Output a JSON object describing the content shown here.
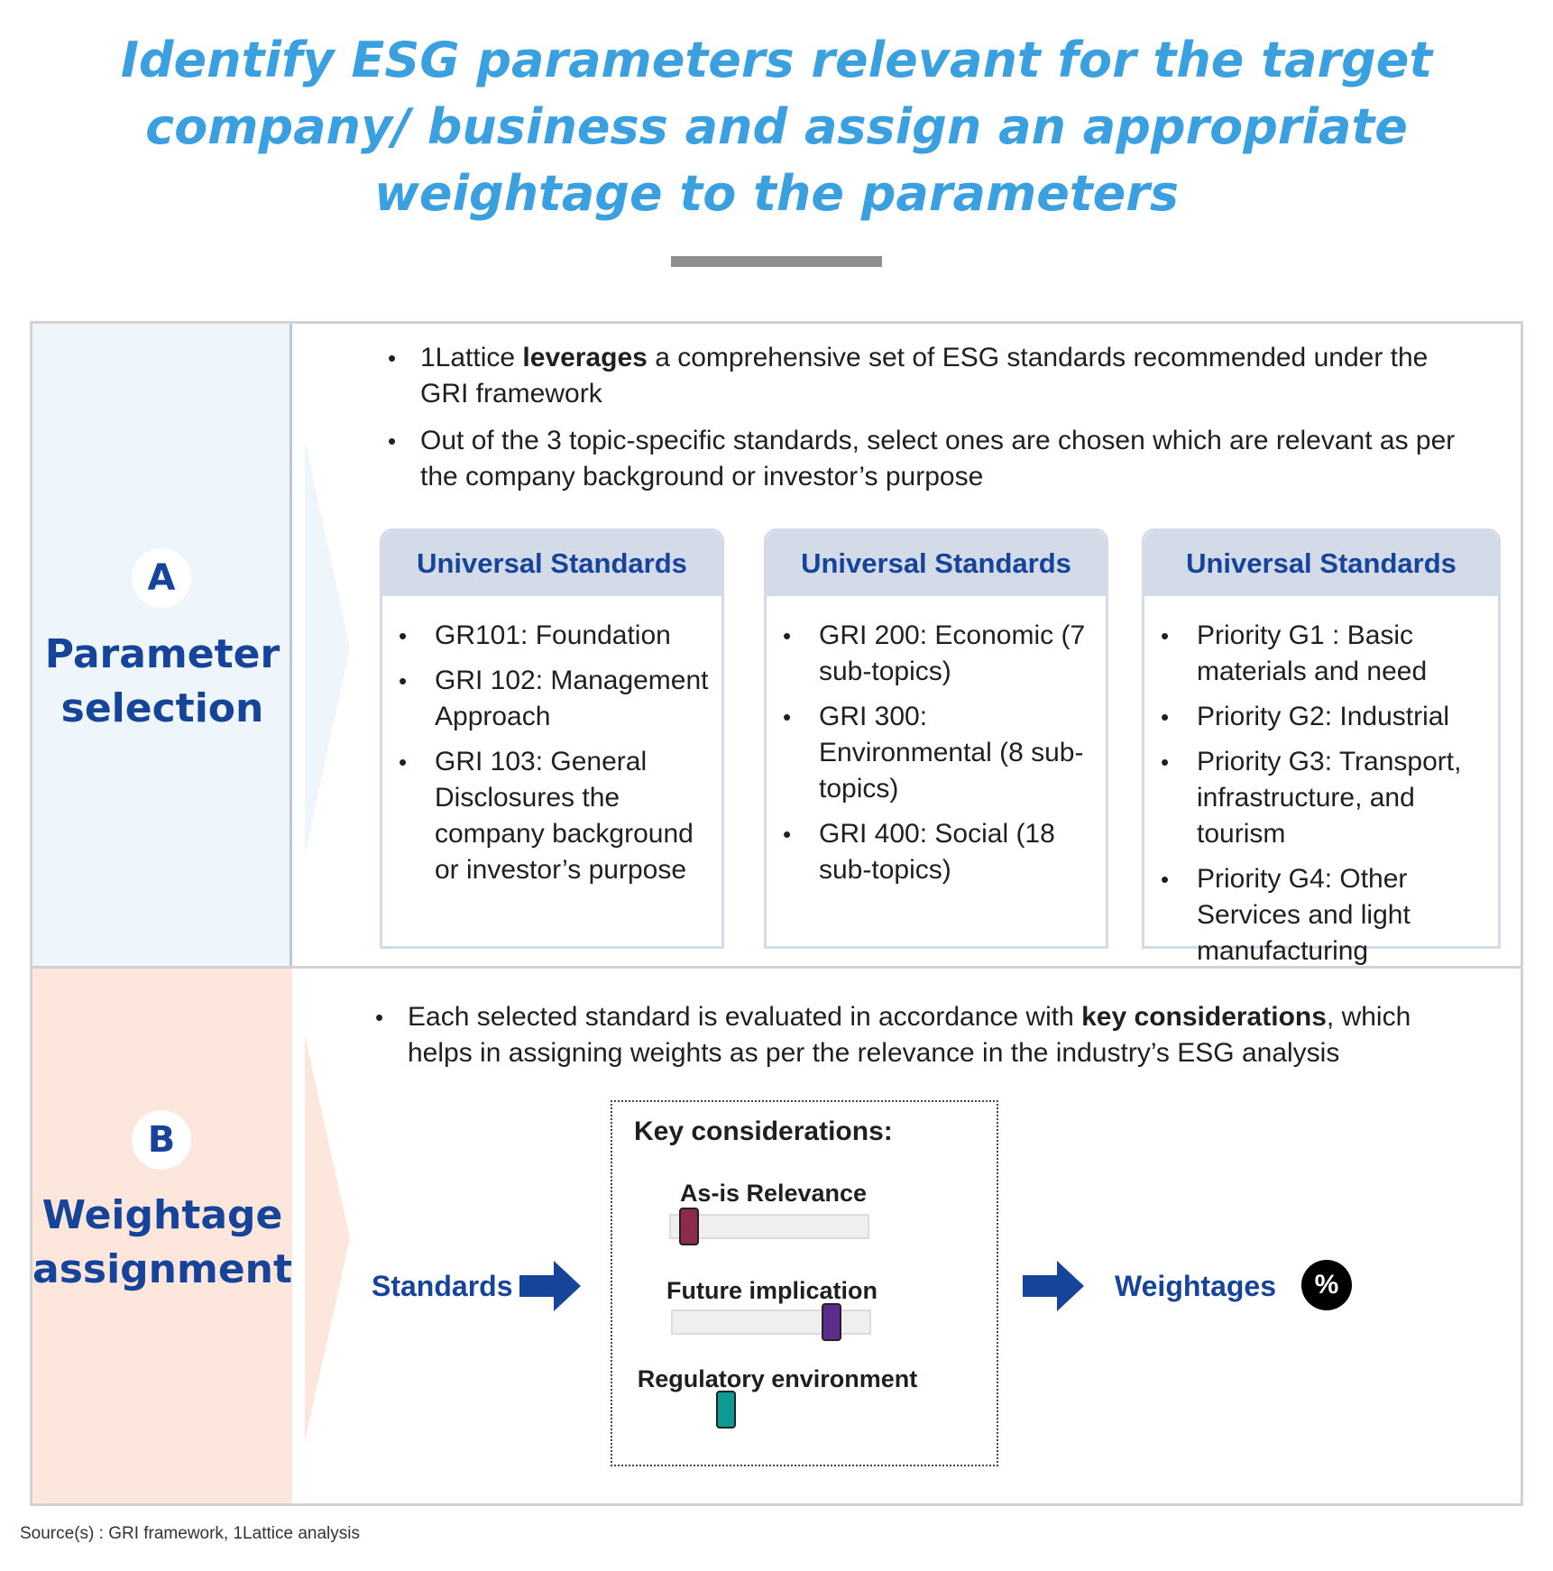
{
  "title": {
    "line1": "Identify ESG parameters relevant for the target",
    "line2": "company/ business and assign an appropriate",
    "line3": "weightage to the parameters"
  },
  "colors": {
    "title": "#3aa0df",
    "navy": "#16449a",
    "panel_a_bg": "#eef6fb",
    "panel_b_bg": "#fde6dc",
    "card_header_bg": "#d3dae8",
    "as_is_knob": "#8e2a4e",
    "future_knob": "#5a2d8e",
    "regulatory_knob": "#0f9a93"
  },
  "section_a": {
    "badge": "A",
    "label_line1": "Parameter",
    "label_line2": "selection",
    "bullet1_pre": "1Lattice ",
    "bullet1_bold": "leverages",
    "bullet1_post": " a comprehensive set of ESG standards recommended under the GRI framework",
    "bullet2": "Out of the 3 topic-specific standards, select ones are chosen which are relevant as per the company background or investor’s purpose",
    "cards": [
      {
        "header": "Universal Standards",
        "items": [
          "GR101: Foundation",
          "GRI 102: Management Approach",
          "GRI 103: General Disclosures the company background or investor’s purpose"
        ]
      },
      {
        "header": "Universal Standards",
        "items": [
          "GRI 200: Economic (7 sub-topics)",
          "GRI 300: Environmental (8 sub-topics)",
          "GRI 400: Social (18 sub-topics)"
        ]
      },
      {
        "header": "Universal Standards",
        "items": [
          "Priority G1 : Basic materials and need",
          "Priority G2: Industrial",
          "Priority G3: Transport, infrastructure, and tourism",
          "Priority G4: Other Services and light manufacturing"
        ]
      }
    ]
  },
  "section_b": {
    "badge": "B",
    "label_line1": "Weightage",
    "label_line2": "assignment",
    "bullet_pre": "Each selected standard is evaluated in accordance with ",
    "bullet_bold": "key considerations",
    "bullet_post": ", which helps in assigning weights as per the relevance in the industry’s ESG analysis",
    "flow_left": "Standards",
    "flow_right": "Weightages",
    "percent_icon": "%",
    "key_considerations": {
      "title": "Key considerations:",
      "items": [
        {
          "label": "As-is Relevance",
          "level": 0.1
        },
        {
          "label": "Future implication",
          "level": 0.8
        },
        {
          "label": "Regulatory environment"
        }
      ]
    }
  },
  "source": "Source(s) : GRI framework, 1Lattice analysis"
}
